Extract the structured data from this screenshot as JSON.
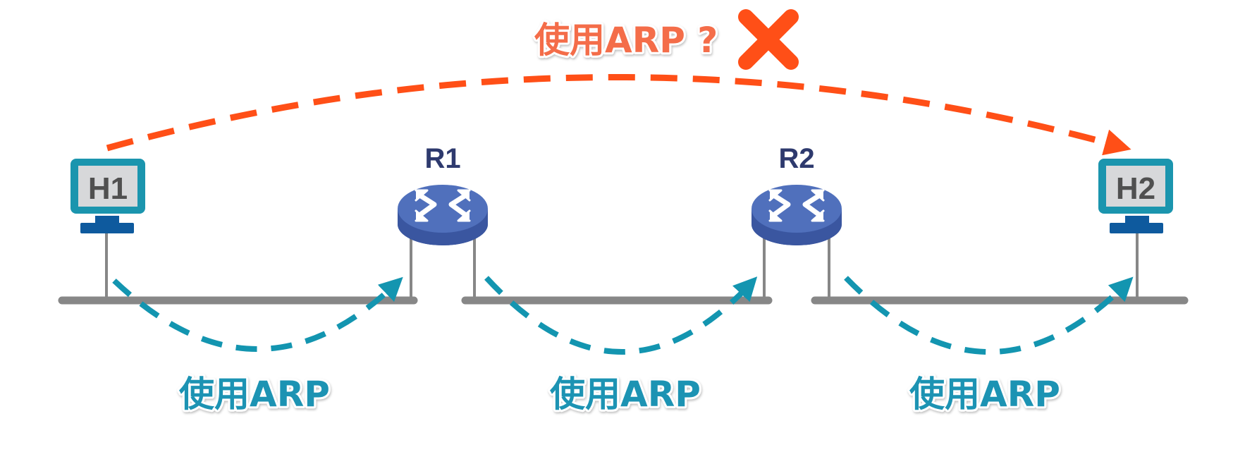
{
  "colors": {
    "orange": "#FF4F17",
    "orange_text": "#F46D4A",
    "teal": "#1395B0",
    "teal_text": "#1A93B3",
    "gray_line": "#878787",
    "router_top": "#4F6DB8",
    "router_side": "#3A56A0",
    "router_label": "#2E3A6E",
    "host_frame": "#1B95AE",
    "host_screen": "#D7D8DA",
    "host_text": "#505050",
    "host_stand": "#0E5A9E"
  },
  "top": {
    "question_label": "使用ARP ?",
    "fail_icon": "cross-icon"
  },
  "devices": {
    "h1": {
      "label": "H1",
      "type": "host"
    },
    "r1": {
      "label": "R1",
      "type": "router"
    },
    "r2": {
      "label": "R2",
      "type": "router"
    },
    "h2": {
      "label": "H2",
      "type": "host"
    }
  },
  "hops": [
    {
      "from": "H1",
      "to": "R1",
      "label": "使用ARP"
    },
    {
      "from": "R1",
      "to": "R2",
      "label": "使用ARP"
    },
    {
      "from": "R2",
      "to": "H2",
      "label": "使用ARP"
    }
  ]
}
